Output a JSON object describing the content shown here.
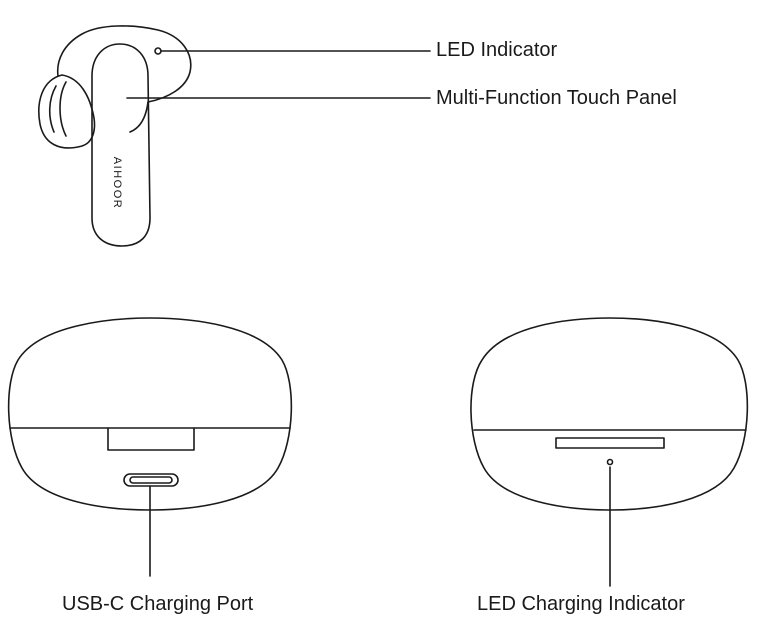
{
  "labels": {
    "led_indicator": "LED Indicator",
    "touch_panel": "Multi-Function Touch Panel",
    "usb_c_port": "USB-C Charging Port",
    "led_charging_indicator": "LED Charging Indicator"
  },
  "earbud": {
    "brand_text": "AIHOOR"
  },
  "colors": {
    "line": "#1a1a1a",
    "background": "#ffffff"
  }
}
